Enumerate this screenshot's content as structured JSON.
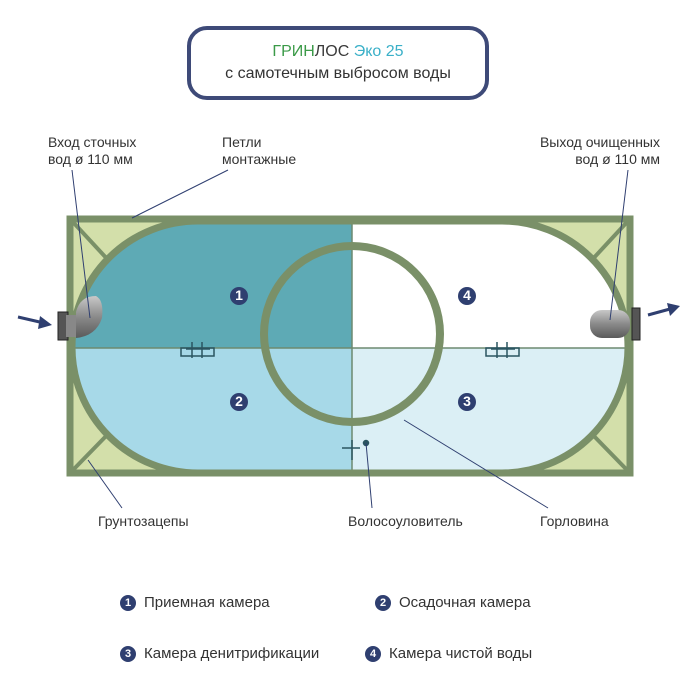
{
  "title": {
    "brand_green": "ГРИН",
    "brand_dark": "ЛОС",
    "model": "Эко 25",
    "subtitle": "с самотечным выбросом воды"
  },
  "labels": {
    "inlet_1": "Вход сточных",
    "inlet_2": "вод ø 110 мм",
    "loops_1": "Петли",
    "loops_2": "монтажные",
    "outlet_1": "Выход очищенных",
    "outlet_2": "вод ø 110 мм",
    "anchors": "Грунтозацепы",
    "hair_trap": "Волосоуловитель",
    "neck": "Горловина"
  },
  "chambers": [
    {
      "num": "1",
      "name": "Приемная камера",
      "color": "#5eaab5"
    },
    {
      "num": "2",
      "name": "Осадочная камера",
      "color": "#a7d9e8"
    },
    {
      "num": "3",
      "name": "Камера денитрификации",
      "color": "#dbeff5"
    },
    {
      "num": "4",
      "name": "Камера чистой воды",
      "color": "#ffffff"
    }
  ],
  "colors": {
    "frame": "#7a9068",
    "corner": "#d3dfaa",
    "navy": "#2f3f70",
    "green": "#3b9a48",
    "teal": "#3ab0c8"
  }
}
